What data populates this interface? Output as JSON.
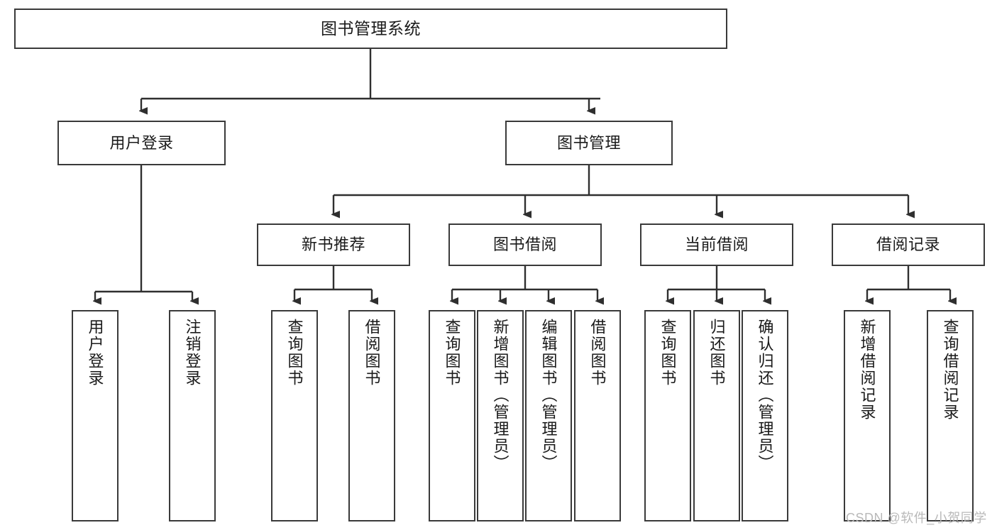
{
  "diagram": {
    "title": "图书管理系统",
    "type": "tree-hierarchy",
    "root": {
      "label": "图书管理系统"
    },
    "level1": [
      {
        "label": "用户登录"
      },
      {
        "label": "图书管理"
      }
    ],
    "level2": [
      {
        "label": "新书推荐"
      },
      {
        "label": "图书借阅"
      },
      {
        "label": "当前借阅"
      },
      {
        "label": "借阅记录"
      }
    ],
    "leaves": {
      "user_login": [
        {
          "label": "用户登录"
        },
        {
          "label": "注销登录"
        }
      ],
      "new_book_recommend": [
        {
          "label": "查询图书"
        },
        {
          "label": "借阅图书"
        }
      ],
      "book_borrow": [
        {
          "label": "查询图书"
        },
        {
          "label": "新增图书（管理员）"
        },
        {
          "label": "编辑图书（管理员）"
        },
        {
          "label": "借阅图书"
        }
      ],
      "current_borrow": [
        {
          "label": "查询图书"
        },
        {
          "label": "归还图书"
        },
        {
          "label": "确认归还（管理员）"
        }
      ],
      "borrow_record": [
        {
          "label": "新增借阅记录"
        },
        {
          "label": "查询借阅记录"
        }
      ]
    }
  },
  "watermark": {
    "text": "CSDN @软件_小贺同学"
  },
  "colors": {
    "border": "#3a3a3a",
    "background": "#ffffff",
    "text": "#1a1a1a",
    "watermark": "#b9b9b9"
  }
}
